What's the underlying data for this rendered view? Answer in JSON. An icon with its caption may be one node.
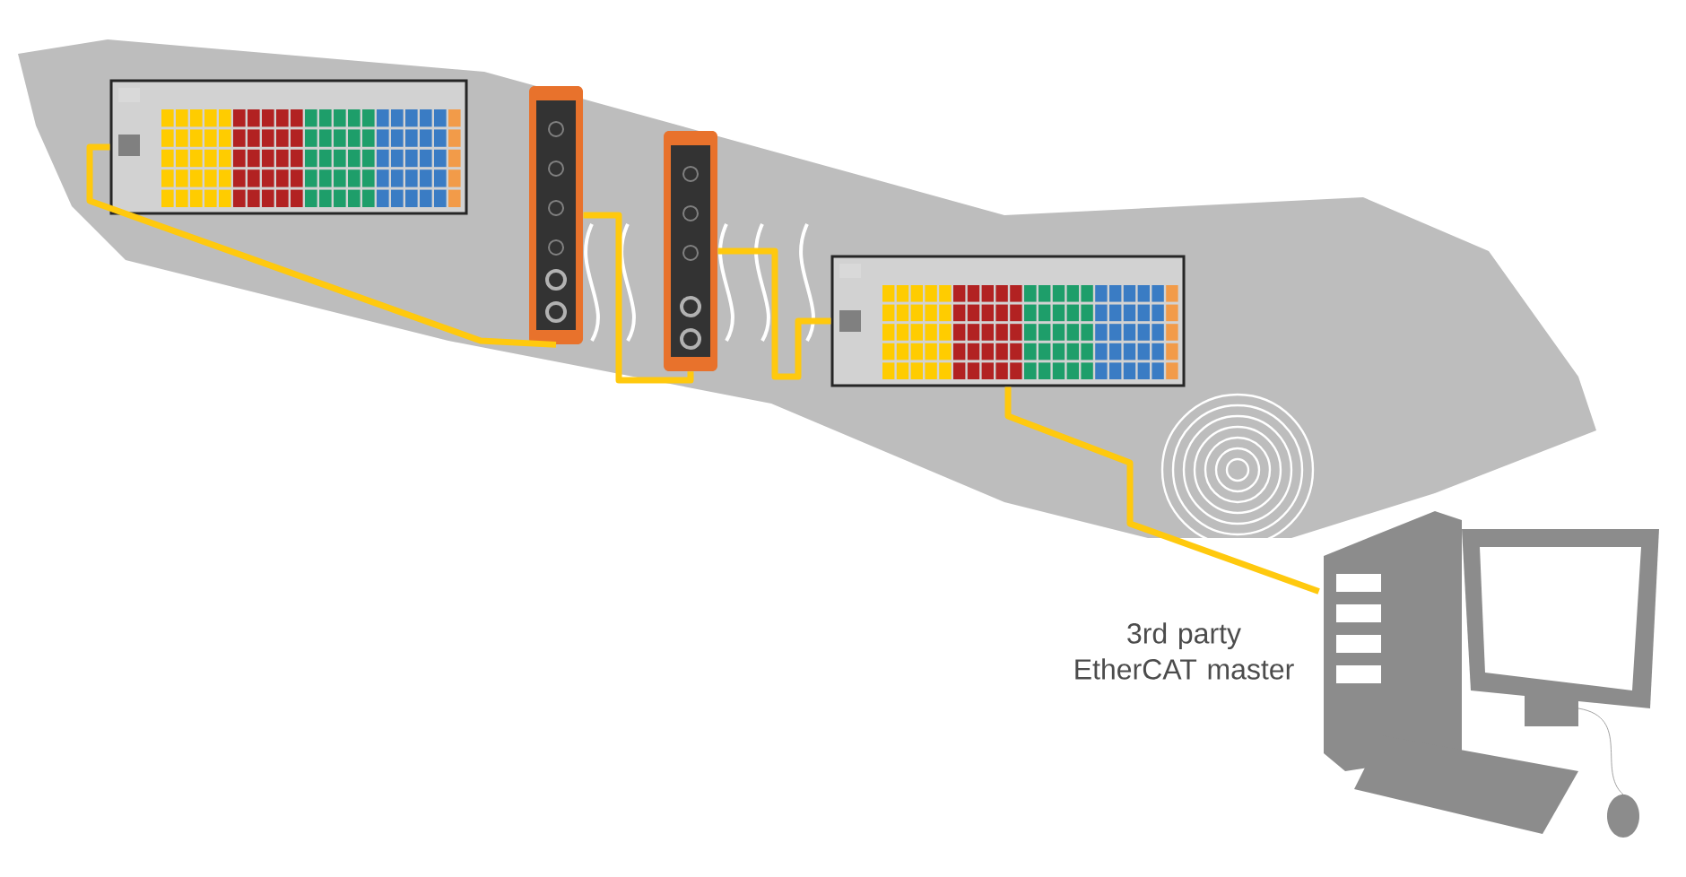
{
  "diagram": {
    "nodes": [
      {
        "text": [],
        "shape": "picture"
      },
      {
        "text": [],
        "shape": "picture"
      },
      {
        "text": [],
        "shape": "picture"
      },
      {
        "text": [],
        "shape": "picture"
      },
      {
        "text": [],
        "shape": "picture",
        "beside": [
          "3rd party EtherCAT master"
        ]
      }
    ],
    "edges": [
      {
        "from": 0,
        "to": 1,
        "arrow": "none"
      },
      {
        "from": 1,
        "to": 2,
        "arrow": "none"
      },
      {
        "from": 2,
        "to": 3,
        "arrow": "none"
      },
      {
        "from": 3,
        "to": 4,
        "arrow": "none"
      }
    ]
  }
}
